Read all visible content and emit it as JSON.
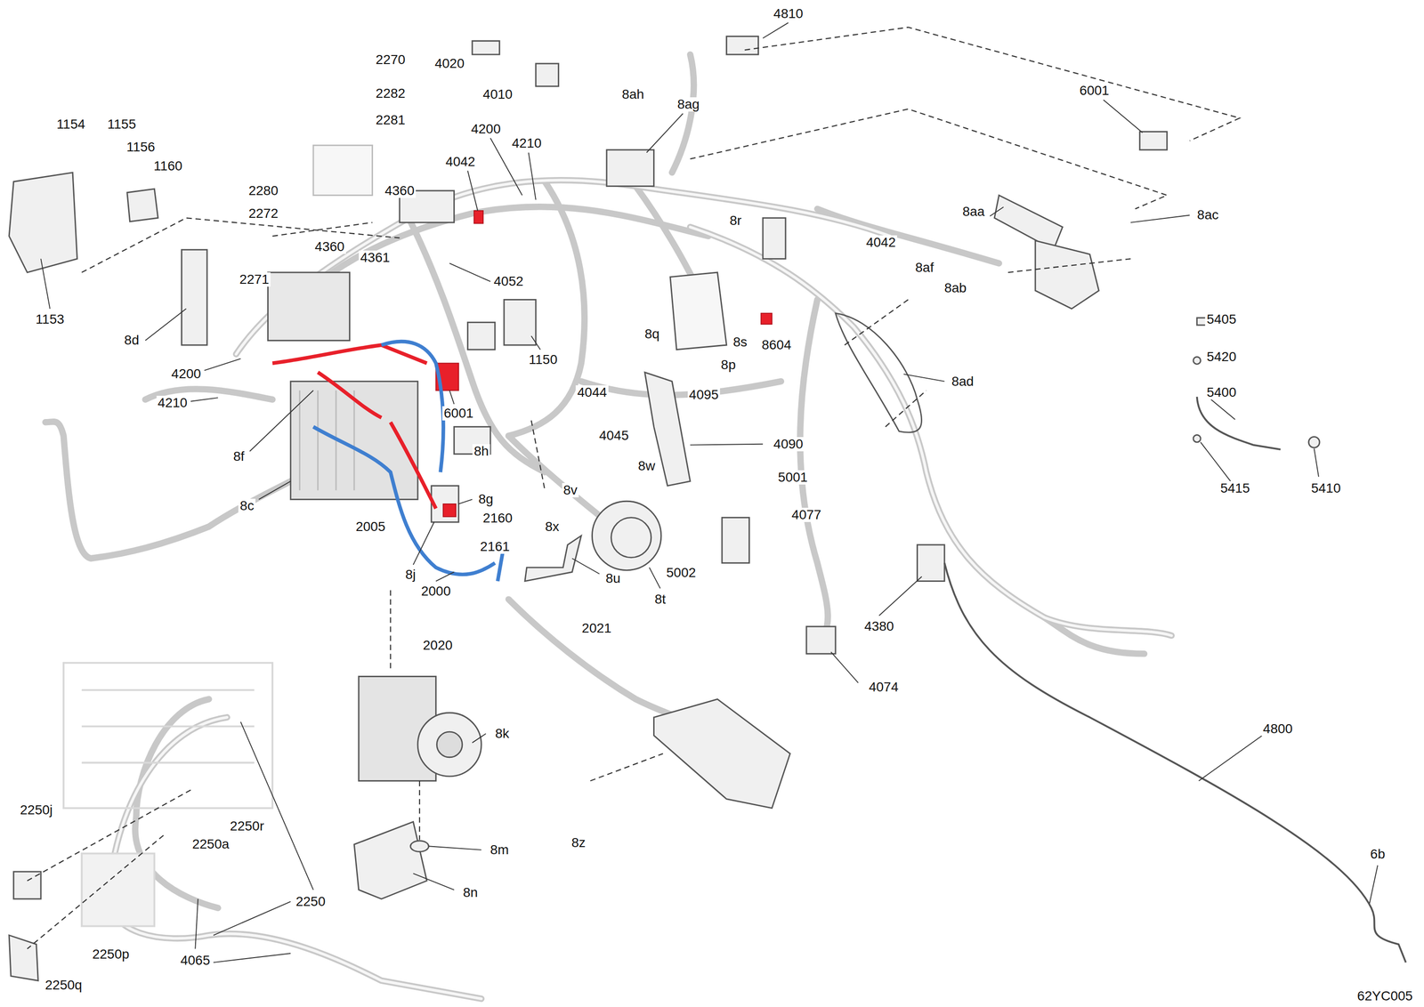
{
  "diagram": {
    "labels": [
      "4810",
      "2270",
      "4020",
      "6001",
      "8ah",
      "2282",
      "4010",
      "8ag",
      "1154",
      "1155",
      "2281",
      "4200",
      "4210",
      "1156",
      "4042",
      "1160",
      "4360",
      "2280",
      "2272",
      "8aa",
      "8ac",
      "8r",
      "4360",
      "4042",
      "4361",
      "2271",
      "8af",
      "4052",
      "8ab",
      "8d",
      "1153",
      "5405",
      "8q",
      "8s",
      "8604",
      "1150",
      "5420",
      "8p",
      "4200",
      "8ad",
      "4095",
      "5400",
      "4210",
      "4044",
      "6001",
      "4045",
      "4090",
      "8f",
      "8h",
      "8w",
      "5001",
      "8g",
      "8c",
      "5415",
      "5410",
      "8v",
      "2160",
      "4077",
      "2005",
      "8x",
      "2161",
      "5002",
      "8j",
      "8u",
      "8t",
      "2000",
      "4380",
      "2021",
      "2020",
      "4074",
      "4800",
      "8k",
      "8z",
      "8m",
      "2250j",
      "2250r",
      "2250a",
      "6b",
      "8n",
      "2250",
      "2250p",
      "4065",
      "2250q",
      "62YC005"
    ]
  }
}
